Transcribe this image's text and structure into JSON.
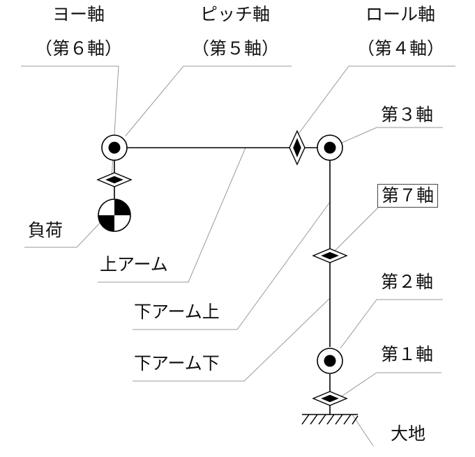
{
  "labels": {
    "yaw_axis": "ヨー軸",
    "yaw_axis_no": "（第６軸）",
    "pitch_axis": "ピッチ軸",
    "pitch_axis_no": "（第５軸）",
    "roll_axis": "ロール軸",
    "roll_axis_no": "（第４軸）",
    "axis3": "第３軸",
    "axis7": "第７軸",
    "axis2": "第２軸",
    "axis1": "第１軸",
    "load": "負荷",
    "upper_arm": "上アーム",
    "lower_arm_upper": "下アーム上",
    "lower_arm_lower": "下アーム下",
    "ground": "大地"
  }
}
